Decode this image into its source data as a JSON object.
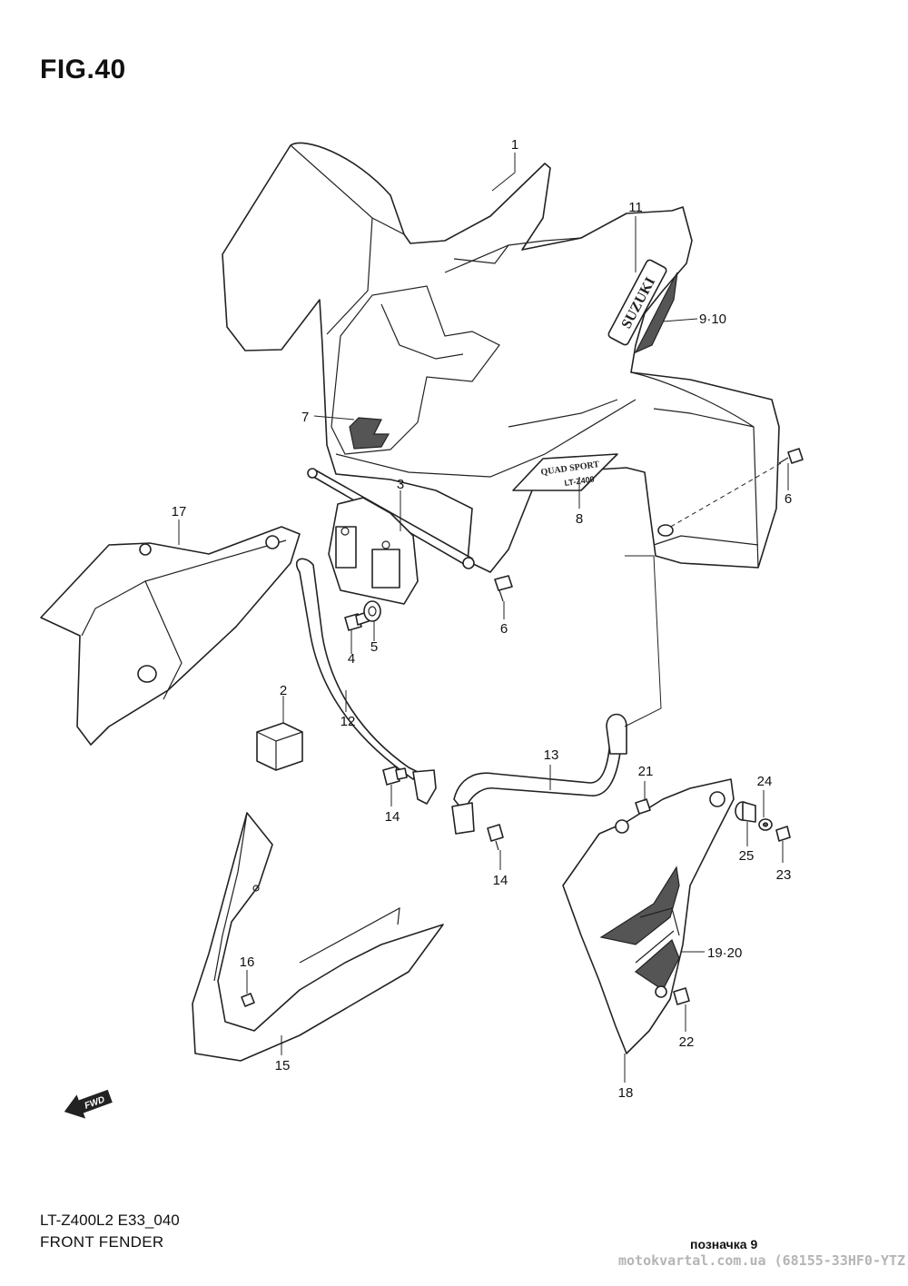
{
  "figure": {
    "title": "FIG.40"
  },
  "parts": {
    "p1": "1",
    "p2": "2",
    "p3": "3",
    "p4": "4",
    "p5": "5",
    "p6a": "6",
    "p6b": "6",
    "p7": "7",
    "p8": "8",
    "p9_10": "9·10",
    "p11": "11",
    "p12": "12",
    "p13": "13",
    "p14a": "14",
    "p14b": "14",
    "p15": "15",
    "p16": "16",
    "p17": "17",
    "p18": "18",
    "p19_20": "19·20",
    "p21": "21",
    "p22": "22",
    "p23": "23",
    "p24": "24",
    "p25": "25"
  },
  "decals": {
    "brand": "SUZUKI",
    "model_line1": "QUAD SPORT",
    "model_line2": "LT-Z400"
  },
  "fwd_label": "FWD",
  "footer": {
    "model_code": "LT-Z400L2 E33_040",
    "section": "FRONT FENDER",
    "page_mark": "позначка 9",
    "source": "motokvartal.com.ua (68155-33HF0-YTZ"
  },
  "colors": {
    "line": "#222222",
    "background": "#ffffff"
  }
}
